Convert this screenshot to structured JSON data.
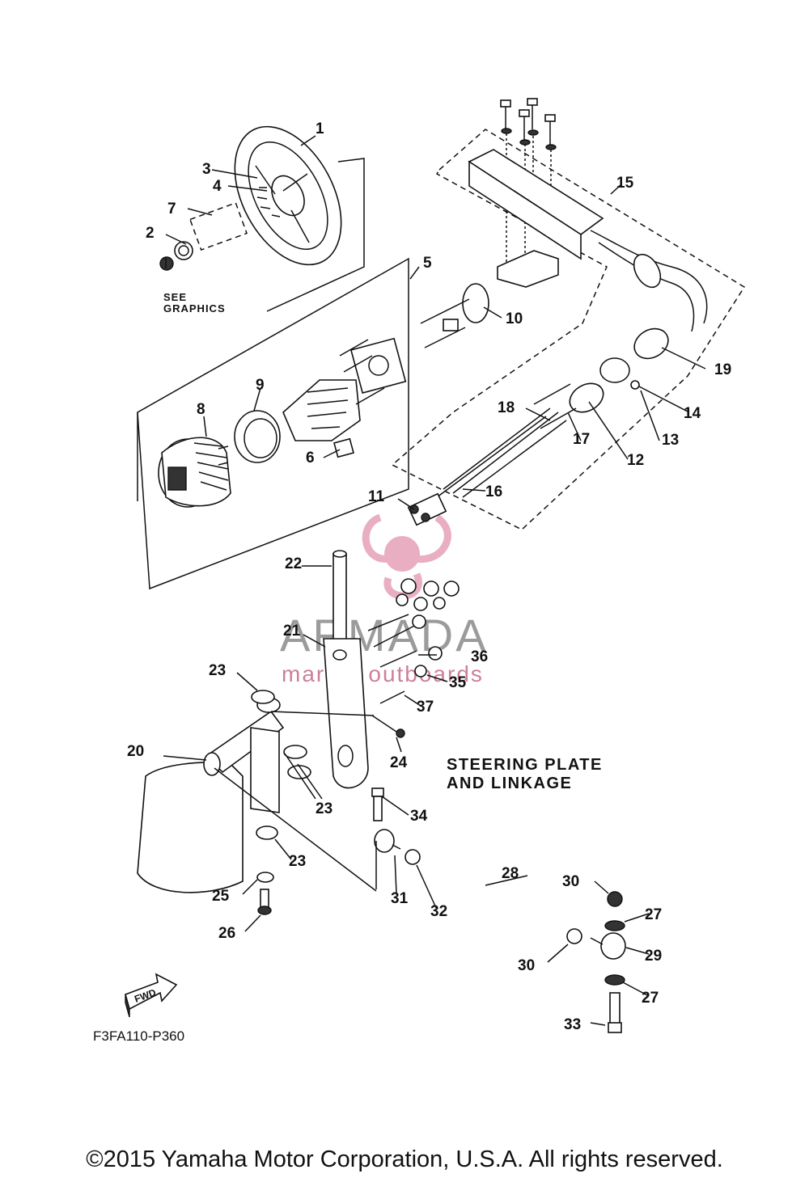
{
  "callouts": [
    "1",
    "2",
    "3",
    "4",
    "5",
    "6",
    "7",
    "8",
    "9",
    "10",
    "11",
    "12",
    "13",
    "14",
    "15",
    "16",
    "17",
    "18",
    "19",
    "20",
    "21",
    "22",
    "23",
    "23",
    "23",
    "23",
    "24",
    "25",
    "26",
    "27",
    "27",
    "28",
    "29",
    "30",
    "30",
    "31",
    "32",
    "33",
    "34",
    "35",
    "36",
    "37"
  ],
  "see_graphics": [
    "SEE",
    "GRAPHICS"
  ],
  "section_title": [
    "STEERING PLATE",
    "AND LINKAGE"
  ],
  "fwd_label": "FWD",
  "diagram_code": "F3FA110-P360",
  "copyright": "©2015 Yamaha Motor Corporation, U.S.A. All rights reserved.",
  "watermark": {
    "title": "ARMADA",
    "subtitle": "marine outboards",
    "color": "#e6a0b8"
  }
}
